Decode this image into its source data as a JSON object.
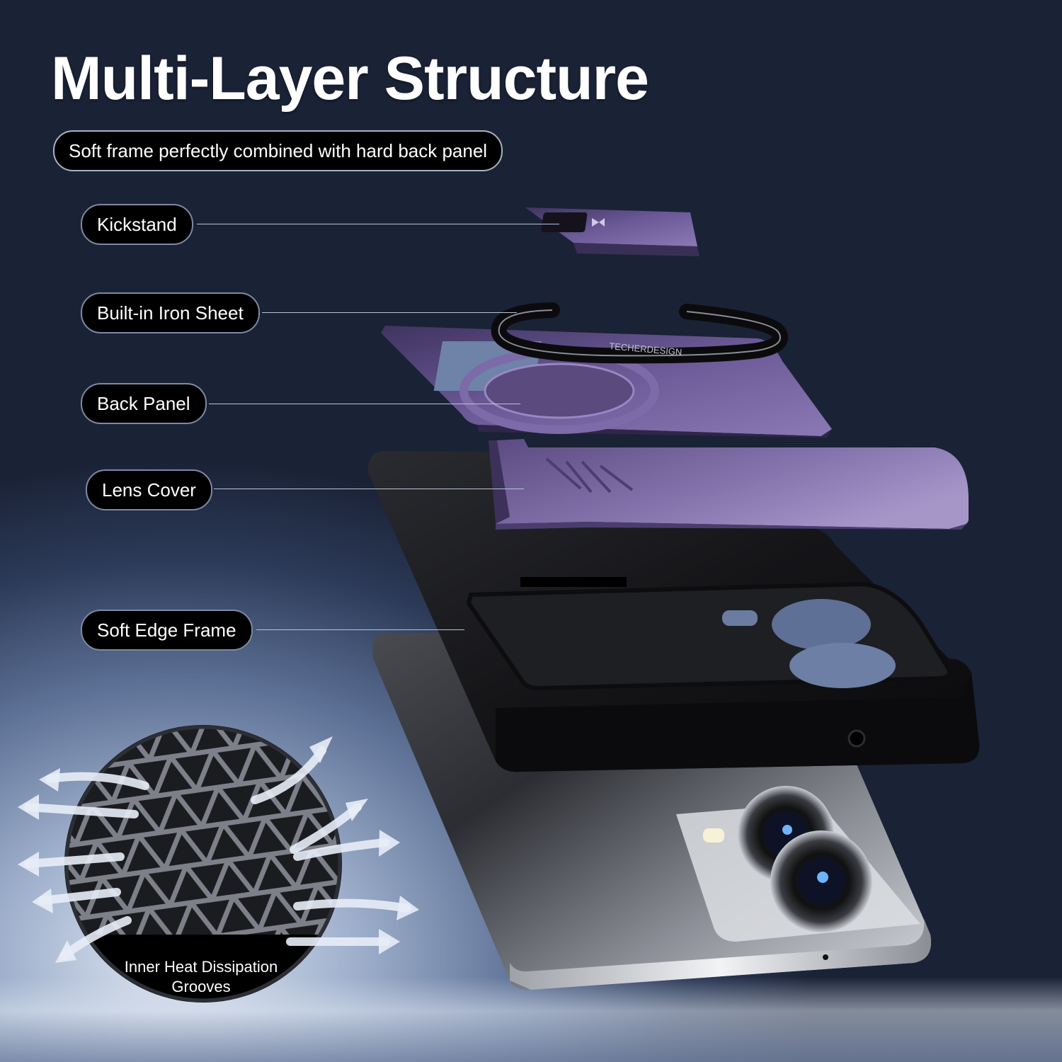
{
  "title": "Multi-Layer Structure",
  "subtitle": "Soft frame perfectly combined with hard back panel",
  "labels": {
    "kickstand": "Kickstand",
    "iron_sheet": "Built-in Iron Sheet",
    "back_panel": "Back Panel",
    "lens_cover": "Lens Cover",
    "soft_edge_frame": "Soft Edge Frame"
  },
  "heat_caption": "Inner Heat Dissipation Grooves",
  "iron_sheet_text": "TECHERDESIGN",
  "colors": {
    "purple": "#5a4a7e",
    "purple_light": "#8a79b4",
    "frame_black": "#121214",
    "phone_silver": "#c9ccd2",
    "pill_bg": "#000000"
  },
  "icons": [
    "kickstand-icon",
    "iron-sheet-icon",
    "back-panel-icon",
    "lens-cover-icon",
    "soft-edge-frame-icon",
    "phone-icon",
    "camera-lens-icon",
    "heat-grooves-icon",
    "airflow-arrow-icon"
  ]
}
